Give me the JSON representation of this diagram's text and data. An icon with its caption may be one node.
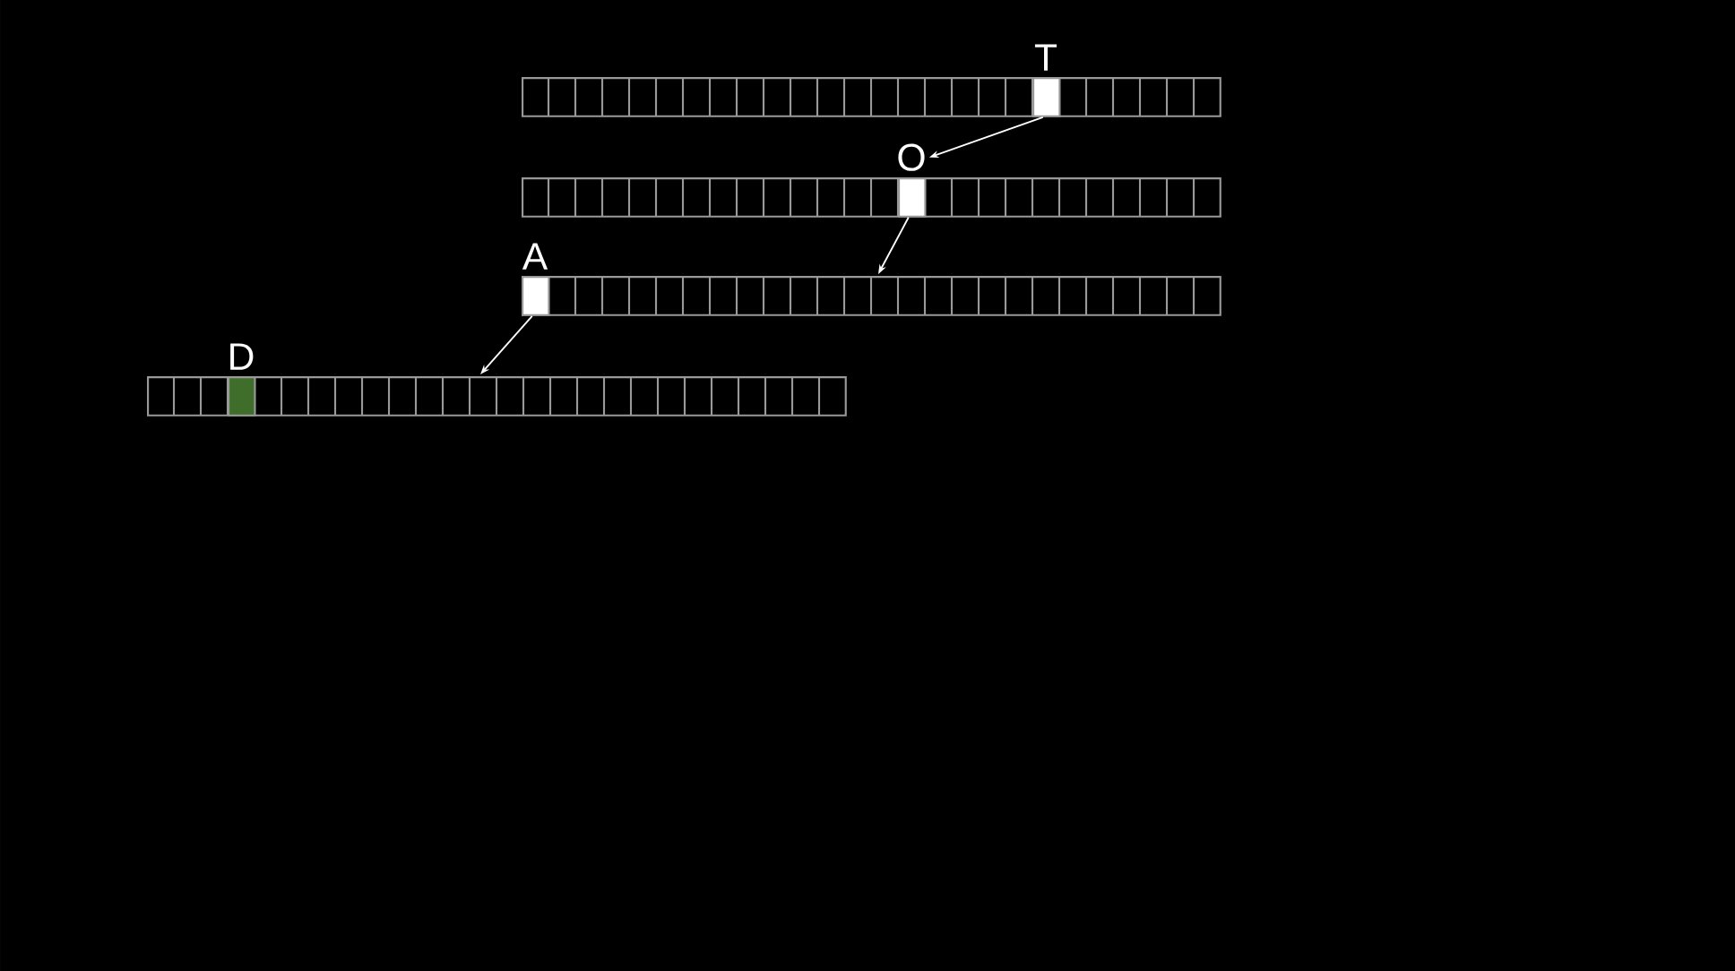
{
  "diagram": {
    "nodes": [
      {
        "text": [],
        "shape": "bar"
      },
      {
        "text": [
          "T"
        ],
        "in": 0
      },
      {
        "text": [],
        "shape": "bar"
      },
      {
        "text": [
          "O"
        ],
        "in": 2
      },
      {
        "text": [],
        "shape": "bar"
      },
      {
        "text": [
          "A"
        ],
        "in": 4
      },
      {
        "text": [],
        "shape": "bar"
      },
      {
        "text": [
          "D"
        ],
        "in": 6
      }
    ],
    "edges": [
      {
        "from": 1,
        "to": 3,
        "arrow": "to"
      },
      {
        "from": 3,
        "to": 4,
        "arrow": "to"
      },
      {
        "from": 5,
        "to": 6,
        "arrow": "to"
      }
    ]
  }
}
